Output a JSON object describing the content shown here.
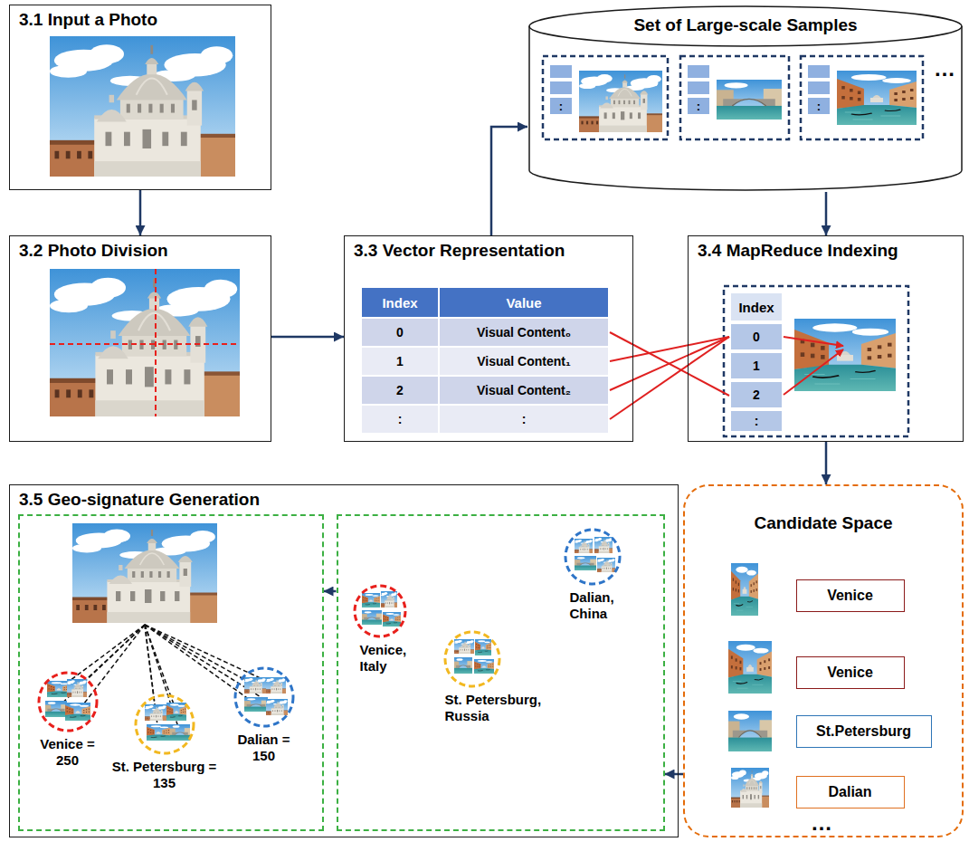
{
  "diagram": {
    "nodes": [
      {
        "text": [
          "3.1 Input a Photo"
        ]
      },
      {
        "text": [
          "Set of Large-scale Samples"
        ]
      },
      {
        "text": [
          "3.2 Photo Division"
        ]
      },
      {
        "text": [
          "3.3 Vector Representation"
        ]
      },
      {
        "text": [
          "3.4 MapReduce Indexing"
        ]
      },
      {
        "text": [
          "3.5 Geo-signature Generation"
        ]
      },
      {
        "text": [],
        "in": 5
      },
      {
        "text": [
          "Venice = 250"
        ],
        "in": 6
      },
      {
        "text": [
          "St. Petersburg = 135"
        ],
        "in": 6
      },
      {
        "text": [
          "Dalian = 150"
        ],
        "in": 6
      },
      {
        "text": [],
        "in": 5
      },
      {
        "text": [
          "Venice, Italy"
        ],
        "in": 10
      },
      {
        "text": [
          "St. Petersburg, Russia"
        ],
        "in": 10
      },
      {
        "text": [
          "Dalian, China"
        ],
        "in": 10
      },
      {
        "text": [
          "Candidate Space"
        ]
      },
      {
        "text": [
          "Venice"
        ],
        "in": 14
      },
      {
        "text": [
          "Venice"
        ],
        "in": 14
      },
      {
        "text": [
          "St.Petersburg"
        ],
        "in": 14
      },
      {
        "text": [
          "Dalian"
        ],
        "in": 14
      }
    ],
    "edges": [
      {
        "from": 0,
        "to": 2,
        "arrow": "to"
      },
      {
        "from": 2,
        "to": 3,
        "arrow": "to"
      },
      {
        "from": 3,
        "to": 1,
        "arrow": "to"
      },
      {
        "from": 1,
        "to": 4,
        "arrow": "to"
      },
      {
        "from": 4,
        "to": 14,
        "arrow": "to"
      },
      {
        "from": 14,
        "to": 10,
        "arrow": "to"
      },
      {
        "from": 10,
        "to": 6,
        "arrow": "to"
      }
    ],
    "labels": [
      "Index",
      "Value",
      "0",
      "Visual Content₀",
      "1",
      "Visual Content₁",
      "2",
      "Visual Content₂",
      ":",
      ":",
      "Index",
      "0",
      "1",
      "2",
      ":",
      ":",
      ":",
      ":",
      "…",
      "…"
    ]
  }
}
